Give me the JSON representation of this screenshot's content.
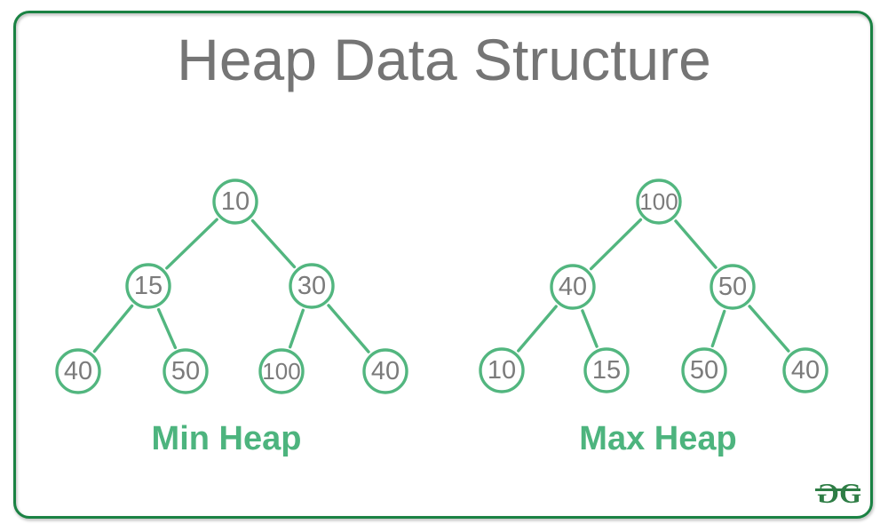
{
  "title": "Heap Data Structure",
  "trees": [
    {
      "id": "min-heap",
      "label": "Min Heap",
      "nodes": [
        "10",
        "15",
        "30",
        "40",
        "50",
        "100",
        "40"
      ]
    },
    {
      "id": "max-heap",
      "label": "Max Heap",
      "nodes": [
        "100",
        "40",
        "50",
        "10",
        "15",
        "50",
        "40"
      ]
    }
  ],
  "logo": {
    "g1": "G",
    "g2": "G"
  },
  "colors": {
    "tree_green": "#52b67f",
    "label_green": "#4db47e",
    "border_green": "#1a8243",
    "title_gray": "#757575",
    "node_text_gray": "#7b7b7b",
    "logo_green": "#2e7d45"
  }
}
